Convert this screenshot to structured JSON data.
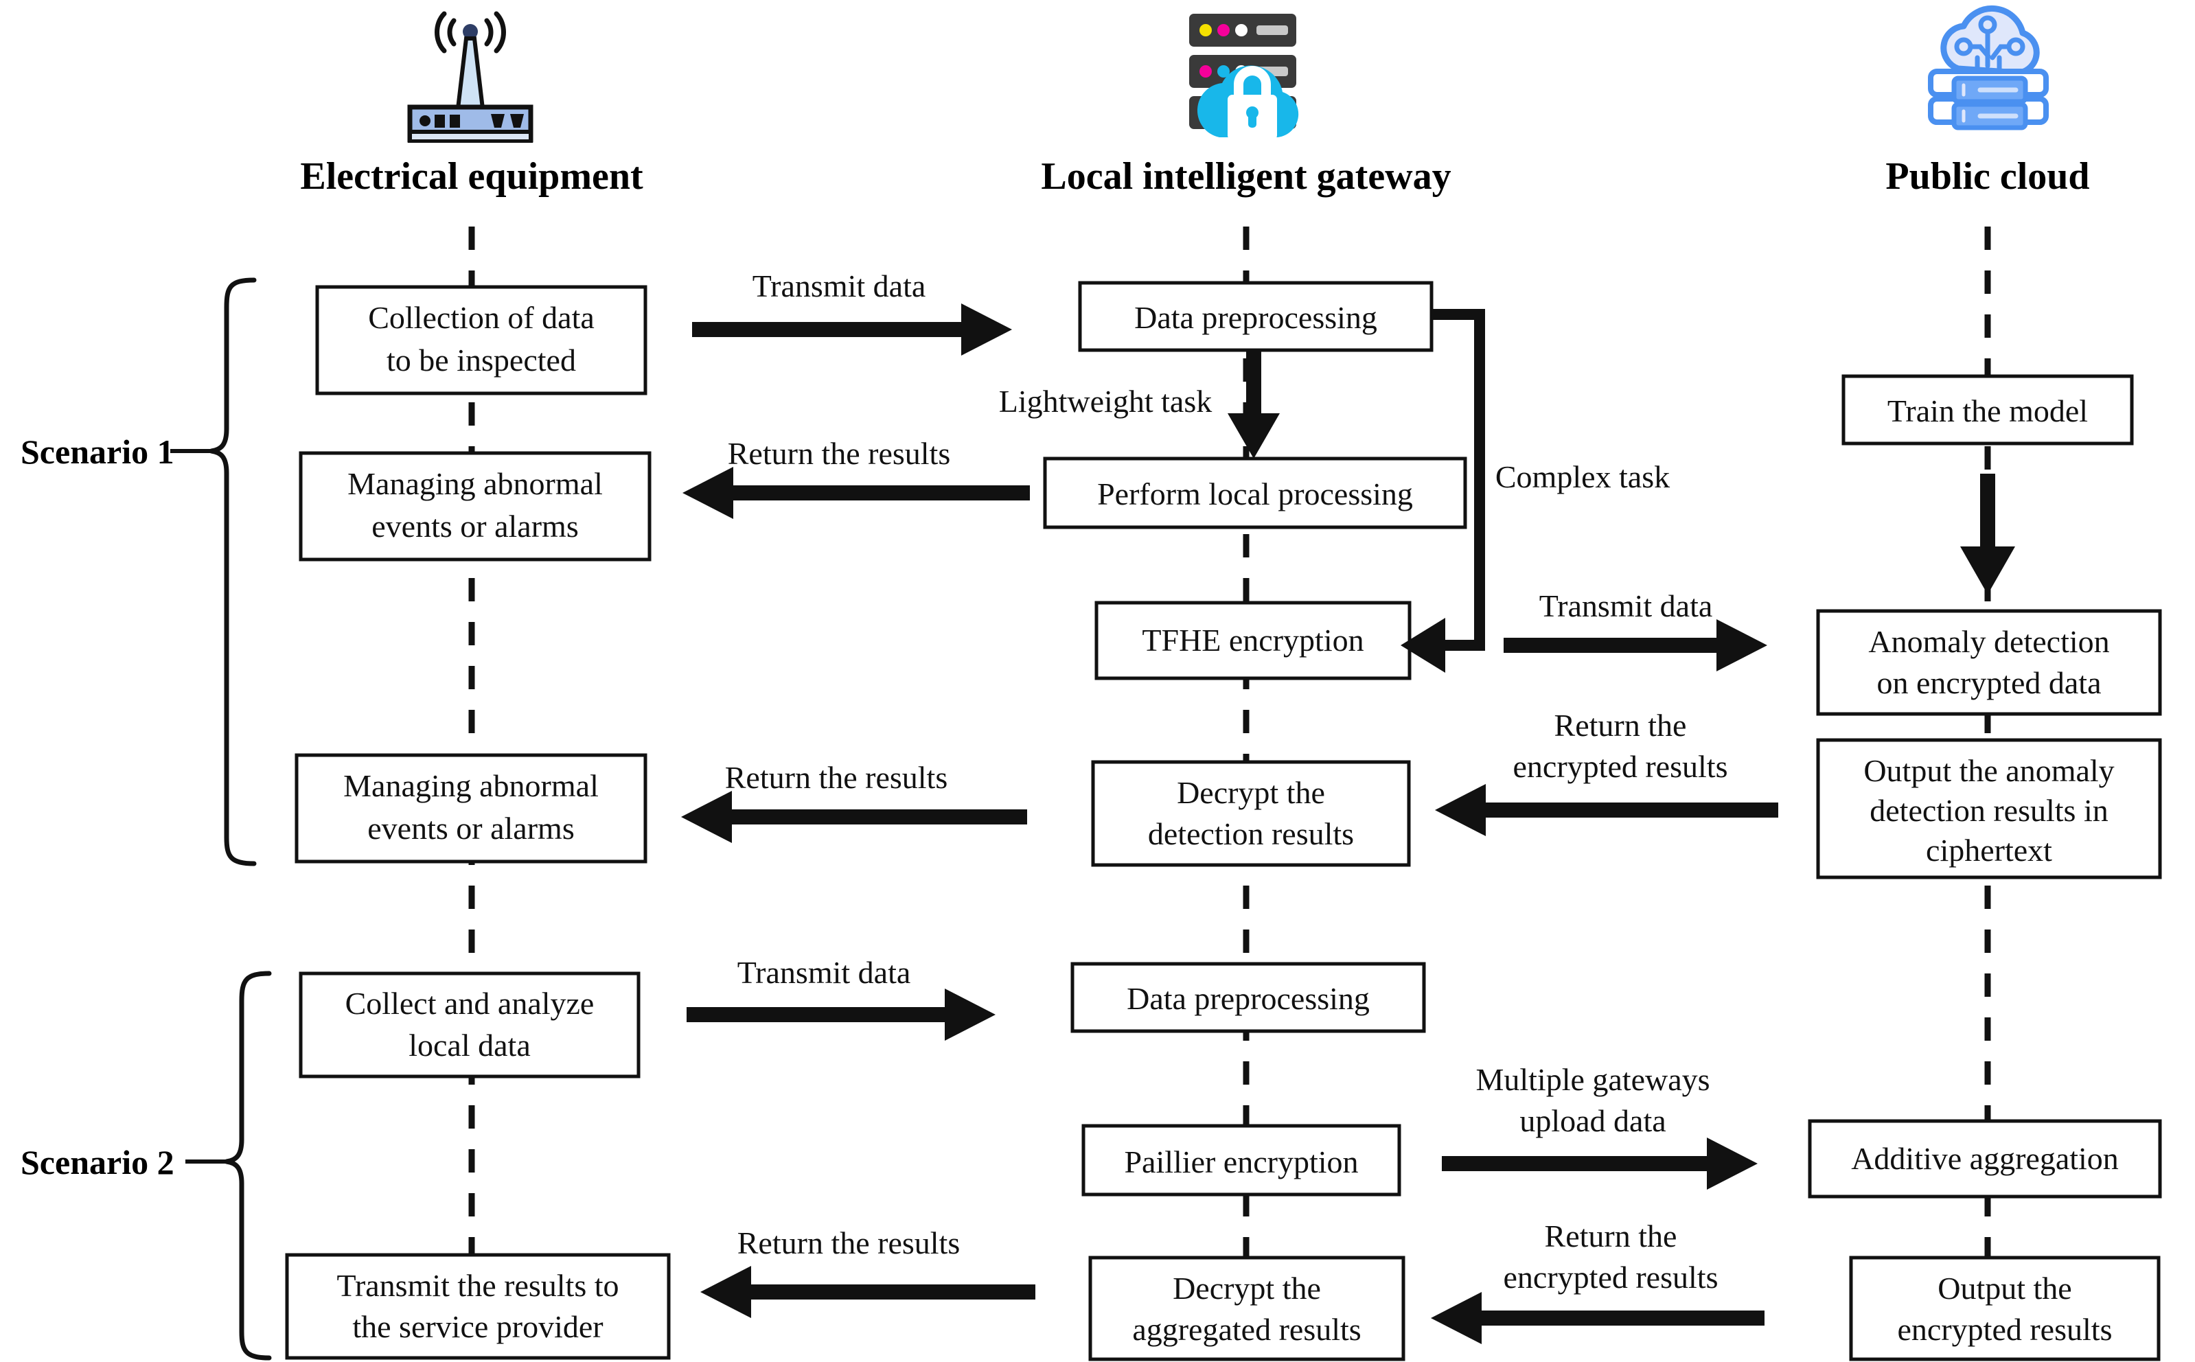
{
  "diagram": {
    "title": "Privacy-preserving edge-cloud anomaly detection sequence diagram",
    "columns": [
      {
        "id": "equipment",
        "label": "Electrical equipment",
        "icon": "wireless-router-icon"
      },
      {
        "id": "gateway",
        "label": "Local intelligent gateway",
        "icon": "server-cloud-lock-icon"
      },
      {
        "id": "cloud",
        "label": "Public cloud",
        "icon": "cloud-server-network-icon"
      }
    ],
    "scenarios": [
      {
        "id": "scenario-1",
        "label": "Scenario 1"
      },
      {
        "id": "scenario-2",
        "label": "Scenario 2"
      }
    ],
    "nodes": [
      {
        "id": "collection-of-data",
        "column": "equipment",
        "lines": [
          "Collection of data",
          "to be inspected"
        ]
      },
      {
        "id": "managing-abnormal-1",
        "column": "equipment",
        "lines": [
          "Managing abnormal",
          "events or alarms"
        ]
      },
      {
        "id": "managing-abnormal-2",
        "column": "equipment",
        "lines": [
          "Managing abnormal",
          "events or alarms"
        ]
      },
      {
        "id": "collect-analyze-local",
        "column": "equipment",
        "lines": [
          "Collect and analyze",
          "local data"
        ]
      },
      {
        "id": "transmit-results-sp",
        "column": "equipment",
        "lines": [
          "Transmit the results to",
          "the service provider"
        ]
      },
      {
        "id": "data-preprocessing-1",
        "column": "gateway",
        "lines": [
          "Data preprocessing"
        ]
      },
      {
        "id": "perform-local-processing",
        "column": "gateway",
        "lines": [
          "Perform local processing"
        ]
      },
      {
        "id": "tfhe-encryption",
        "column": "gateway",
        "lines": [
          "TFHE encryption"
        ]
      },
      {
        "id": "decrypt-detection",
        "column": "gateway",
        "lines": [
          "Decrypt the",
          "detection results"
        ]
      },
      {
        "id": "data-preprocessing-2",
        "column": "gateway",
        "lines": [
          "Data preprocessing"
        ]
      },
      {
        "id": "paillier-encryption",
        "column": "gateway",
        "lines": [
          "Paillier encryption"
        ]
      },
      {
        "id": "decrypt-aggregated",
        "column": "gateway",
        "lines": [
          "Decrypt the",
          "aggregated results"
        ]
      },
      {
        "id": "train-the-model",
        "column": "cloud",
        "lines": [
          "Train the model"
        ]
      },
      {
        "id": "anomaly-detection",
        "column": "cloud",
        "lines": [
          "Anomaly detection",
          "on encrypted data"
        ]
      },
      {
        "id": "output-anomaly-cipher",
        "column": "cloud",
        "lines": [
          "Output the anomaly",
          "detection results in",
          "ciphertext"
        ]
      },
      {
        "id": "additive-aggregation",
        "column": "cloud",
        "lines": [
          "Additive aggregation"
        ]
      },
      {
        "id": "output-encrypted",
        "column": "cloud",
        "lines": [
          "Output the",
          "encrypted results"
        ]
      }
    ],
    "edges": [
      {
        "id": "edge-transmit-data-1",
        "lines": [
          "Transmit data"
        ],
        "direction": "right"
      },
      {
        "id": "edge-lightweight-task",
        "lines": [
          "Lightweight task"
        ],
        "direction": "down"
      },
      {
        "id": "edge-return-results-1",
        "lines": [
          "Return the results"
        ],
        "direction": "left"
      },
      {
        "id": "edge-complex-task",
        "lines": [
          "Complex task"
        ],
        "direction": "routed-left"
      },
      {
        "id": "edge-transmit-data-2",
        "lines": [
          "Transmit data"
        ],
        "direction": "right"
      },
      {
        "id": "edge-return-encrypted-1",
        "lines": [
          "Return the",
          "encrypted results"
        ],
        "direction": "left"
      },
      {
        "id": "edge-return-results-2",
        "lines": [
          "Return the results"
        ],
        "direction": "left"
      },
      {
        "id": "edge-transmit-data-3",
        "lines": [
          "Transmit data"
        ],
        "direction": "right"
      },
      {
        "id": "edge-multiple-gateways",
        "lines": [
          "Multiple gateways",
          "upload data"
        ],
        "direction": "right"
      },
      {
        "id": "edge-return-encrypted-2",
        "lines": [
          "Return the",
          "encrypted results"
        ],
        "direction": "left"
      },
      {
        "id": "edge-return-results-3",
        "lines": [
          "Return the results"
        ],
        "direction": "left"
      },
      {
        "id": "edge-train-to-anomaly",
        "lines": [],
        "direction": "down"
      }
    ],
    "colors": {
      "stroke": "#111111",
      "background": "#ffffff",
      "router_body": "#9fbbe8",
      "router_dark": "#111111",
      "gateway_cloud": "#18b7ea",
      "gateway_rack": "#3a3a3a",
      "cloud_blue": "#4a90f0",
      "cloud_fill": "#dfe7fb"
    }
  }
}
